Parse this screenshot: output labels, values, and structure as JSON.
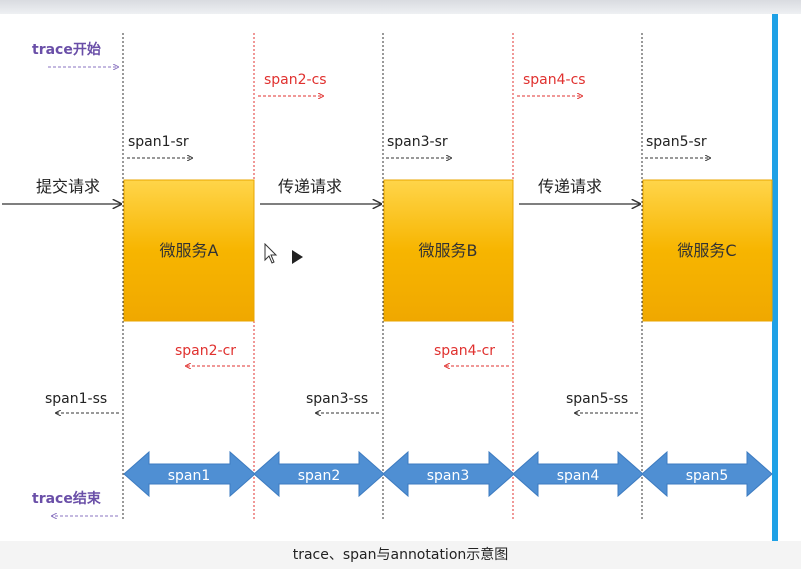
{
  "title_caption": "trace、span与annotation示意图",
  "trace_start": "trace开始",
  "trace_end": "trace结束",
  "requests": [
    "提交请求",
    "传递请求",
    "传递请求"
  ],
  "services": [
    "微服务A",
    "微服务B",
    "微服务C"
  ],
  "server_receive": [
    "span1-sr",
    "span3-sr",
    "span5-sr"
  ],
  "server_send": [
    "span1-ss",
    "span3-ss",
    "span5-ss"
  ],
  "client_send": [
    "span2-cs",
    "span4-cs"
  ],
  "client_receive": [
    "span2-cr",
    "span4-cr"
  ],
  "spans": [
    "span1",
    "span2",
    "span3",
    "span4",
    "span5"
  ],
  "colors": {
    "service_box": "#f7b500",
    "span_arrow": "#4f8fd3",
    "trace_text": "#6a4fa8",
    "client_text": "#e0312f",
    "right_bar": "#1ea1e6"
  },
  "icons": [
    "cursor-icon",
    "play-icon"
  ]
}
